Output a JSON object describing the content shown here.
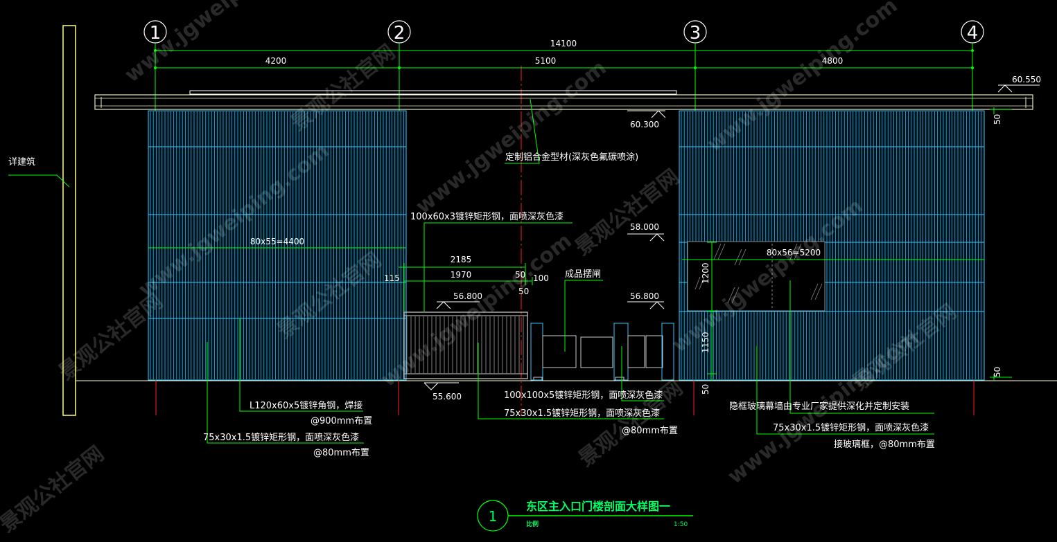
{
  "colors": {
    "background": "#000000",
    "grid_axis": "#00ff00",
    "axis_circle": "#ffffff",
    "panel_slats": "#39c6ff",
    "gate": "#d0d0d0",
    "dim_text": "#ffffff",
    "note_text": "#ffffff",
    "leader": "#00ff00",
    "center_line": "#ff2020",
    "wall": "#ffff80",
    "title": "#00ff66"
  },
  "axes": {
    "labels": [
      "1",
      "2",
      "3",
      "4"
    ]
  },
  "dimensions": {
    "overall": "14100",
    "spans": [
      "4200",
      "5100",
      "4800"
    ],
    "gate_total": "2185",
    "gate_inner": "1970",
    "gate_left": "115",
    "gate_right": "50",
    "gate_right2": "100",
    "gate_below": "50",
    "right_1200": "1200",
    "right_1150": "1150",
    "right_50_bottom": "50",
    "edge_50_top": "50",
    "edge_50_bottom": "50"
  },
  "elevations": {
    "top": "60.550",
    "beam_underside": "60.300",
    "glass_top": "58.000",
    "gate_top": "56.800",
    "right_low": "56.800",
    "ground": "55.600"
  },
  "slat_specs": {
    "left_panel": "80x55=4400",
    "right_panel": "80x56=5200"
  },
  "annotations": {
    "existing_building": "详建筑",
    "aluminum_profile": "定制铝合金型材(深灰色氟碳喷涂)",
    "gate_frame_steel": "100x60x3镀锌矩形钢，面喷深灰色漆",
    "product_barrier": "成品摆闸",
    "angle_steel_1": "L120x60x5镀锌角钢，焊接",
    "angle_steel_2": "@900mm布置",
    "tube_steel_left_1": "75x30x1.5镀锌矩形钢，面喷深灰色漆",
    "tube_steel_left_2": "@80mm布置",
    "post_steel": "100x100x5镀锌矩形钢，面喷深灰色漆",
    "tube_steel_mid_1": "75x30x1.5镀锌矩形钢，面喷深灰色漆",
    "tube_steel_mid_2": "@80mm布置",
    "glass_wall": "隐框玻璃幕墙由专业厂家提供深化并定制安装",
    "tube_steel_right_1": "75x30x1.5镀锌矩形钢，面喷深灰色漆",
    "tube_steel_right_2": "接玻璃框，@80mm布置"
  },
  "title_block": {
    "number": "1",
    "title": "东区主入口门楼剖面大样图一",
    "scale_label": "比例",
    "scale_value": "1:50"
  },
  "watermark": {
    "text_cn": "景观公社官网",
    "text_url": "www.jgweiping.com"
  }
}
